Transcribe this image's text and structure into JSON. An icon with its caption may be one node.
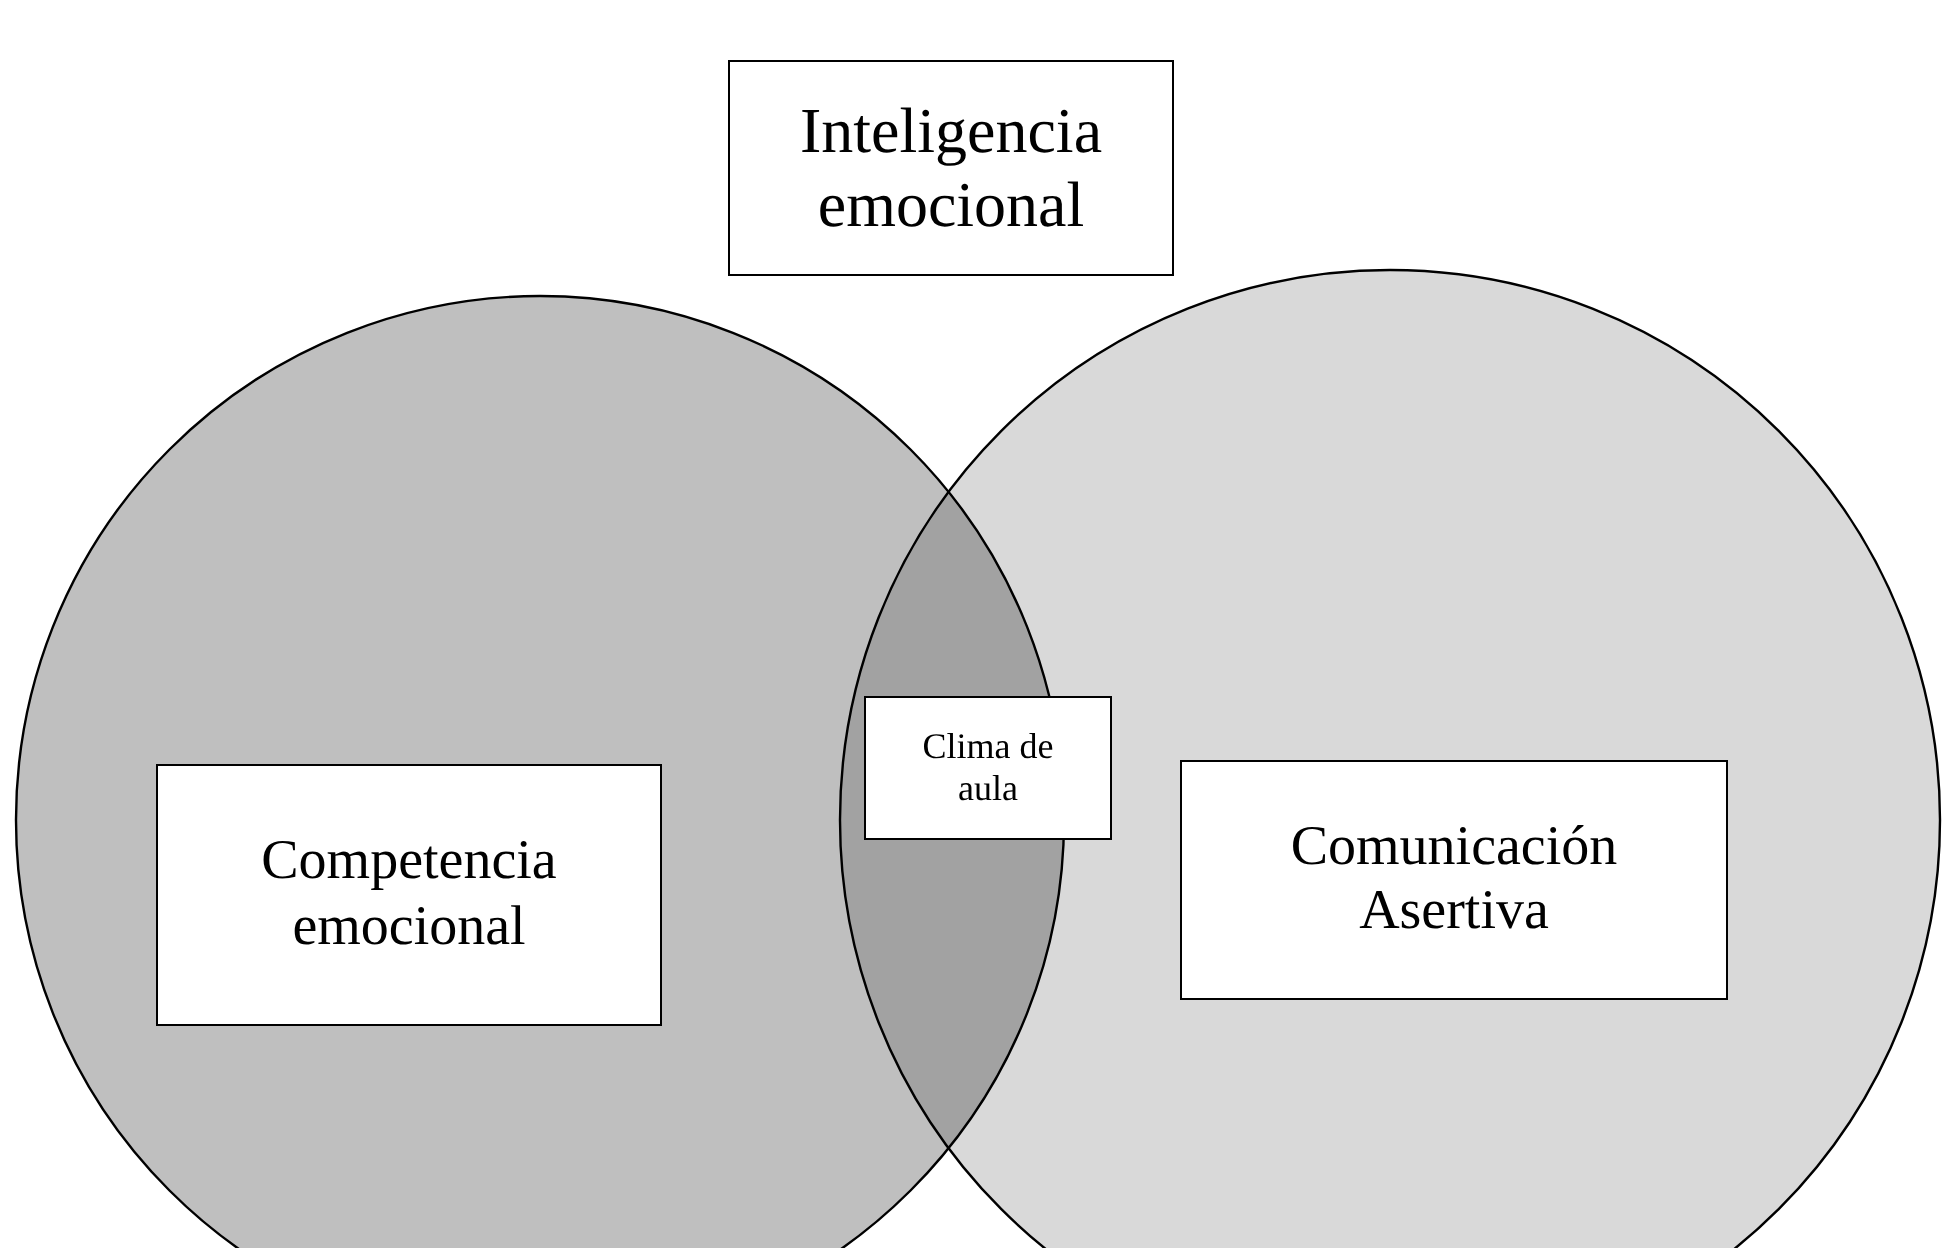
{
  "diagram": {
    "nodes": [
      {
        "text": [
          "Inteligencia emocional"
        ]
      },
      {
        "text": [],
        "shape": "circle"
      },
      {
        "text": [],
        "shape": "circle"
      },
      {
        "text": [
          "Competencia emocional"
        ],
        "in": 1
      },
      {
        "text": [
          "Clima de aula"
        ],
        "in": 2
      },
      {
        "text": [
          "Comunicación Asertiva"
        ],
        "in": 2
      }
    ]
  }
}
